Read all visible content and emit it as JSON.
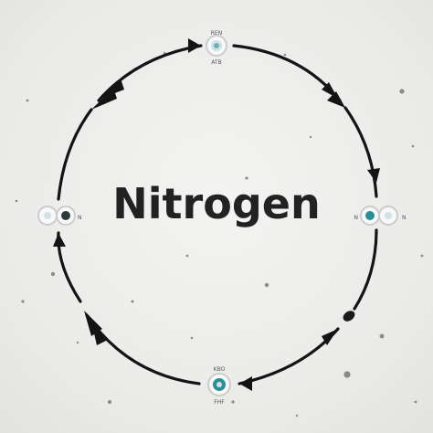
{
  "title": "Nitrogen",
  "nodes": {
    "top": {
      "label_top": "REN",
      "label_bottom": "ATB"
    },
    "right": {
      "label_left": "N",
      "label_right": "N"
    },
    "bottom": {
      "label_top": "KBO",
      "label_bottom": "FHF"
    },
    "left": {
      "label_right": "N"
    }
  },
  "colors": {
    "stroke": "#141414",
    "node_teal": "#2d8f96",
    "node_ring": "#c9cdcc"
  }
}
